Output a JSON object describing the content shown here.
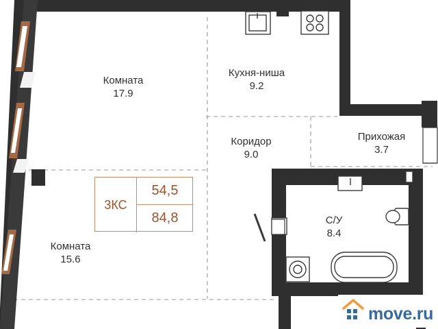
{
  "rooms": [
    {
      "name": "Комната",
      "area": "17.9"
    },
    {
      "name": "Кухня-ниша",
      "area": "9.2"
    },
    {
      "name": "Коридор",
      "area": "9.0"
    },
    {
      "name": "Прихожая",
      "area": "3.7"
    },
    {
      "name": "С/У",
      "area": "8.4"
    },
    {
      "name": "Комната",
      "area": "15.6"
    }
  ],
  "badge": {
    "type": "3КС",
    "living_area": "54,5",
    "total_area": "84,8",
    "color": "#a8582f"
  },
  "brand": {
    "name": "move.ru",
    "color": "#346b9b",
    "roof_color": "#f39a3d",
    "icon": "house-grid-icon"
  },
  "colors": {
    "wall": "#2f2f2f",
    "window_frame": "#a56a43",
    "dash": "#909090"
  }
}
